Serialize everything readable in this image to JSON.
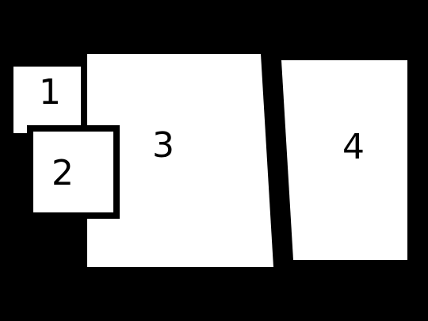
{
  "colors": {
    "background": "#000000",
    "panel_fill": "#ffffff",
    "label_color": "#000000"
  },
  "panels": [
    {
      "label": "1"
    },
    {
      "label": "2"
    },
    {
      "label": "3"
    },
    {
      "label": "4"
    }
  ]
}
